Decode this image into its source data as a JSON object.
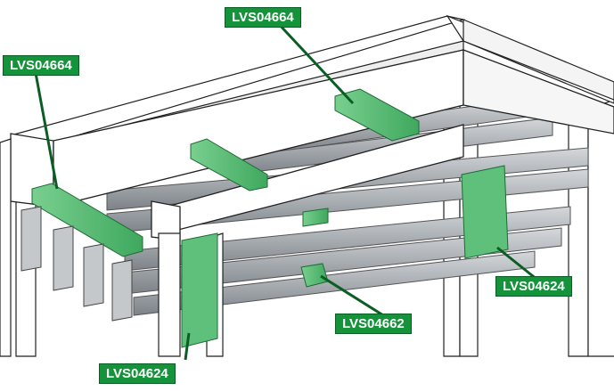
{
  "callouts": [
    {
      "id": "top-center",
      "label": "LVS04664"
    },
    {
      "id": "top-left",
      "label": "LVS04664"
    },
    {
      "id": "right",
      "label": "LVS04624"
    },
    {
      "id": "center",
      "label": "LVS04662"
    },
    {
      "id": "bottom-left",
      "label": "LVS04624"
    }
  ],
  "colors": {
    "part_green": "#5ec07a",
    "part_green_dark": "#2f8f4d",
    "label_green": "#14933a",
    "frame_white": "#ffffff",
    "line": "#222222",
    "rail_grey": "#b9bec2",
    "rail_grey_dark": "#7c8287"
  }
}
